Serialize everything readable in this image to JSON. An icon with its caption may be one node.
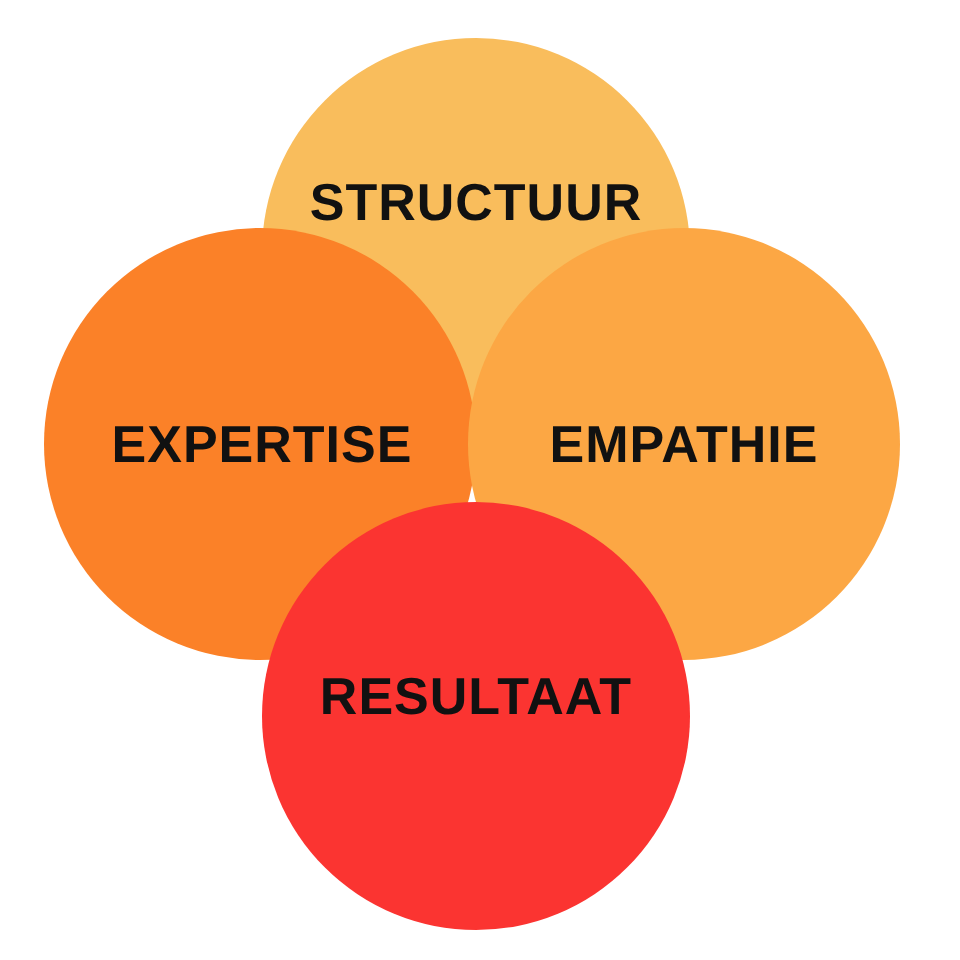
{
  "diagram": {
    "nodes": [
      {
        "text": [
          "STRUCTUUR"
        ]
      },
      {
        "text": [
          "EXPERTISE"
        ]
      },
      {
        "text": [
          "EMPATHIE"
        ]
      },
      {
        "text": [
          "RESULTAAT"
        ]
      }
    ]
  }
}
